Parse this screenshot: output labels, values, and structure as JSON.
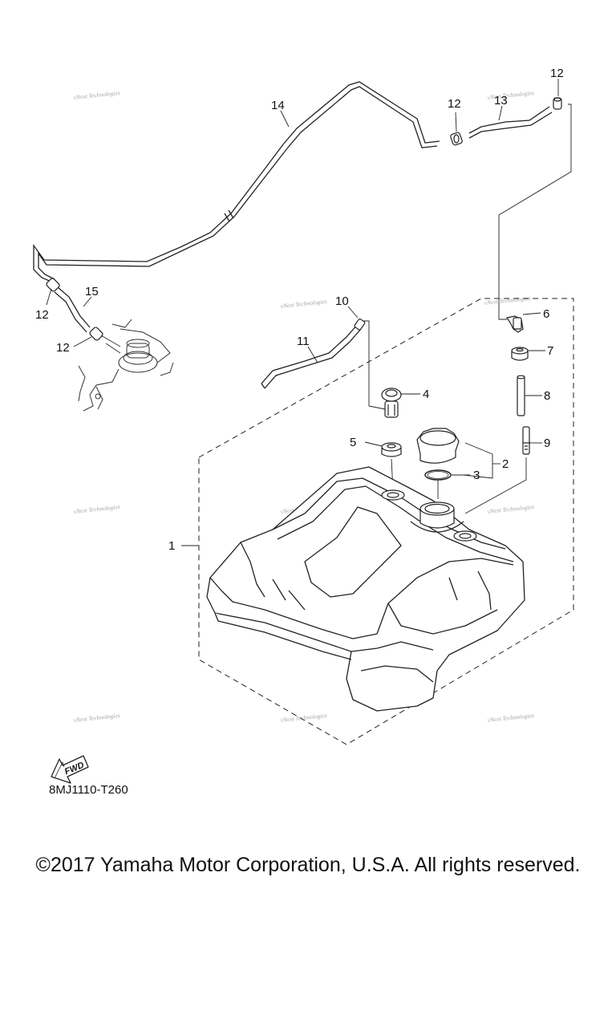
{
  "callouts": [
    "1",
    "2",
    "3",
    "4",
    "5",
    "6",
    "7",
    "8",
    "9",
    "10",
    "11",
    "12",
    "12",
    "12",
    "12",
    "13",
    "14",
    "15"
  ],
  "watermark": "vNext Technologies",
  "fwd_label": "FWD",
  "diagram_code": "8MJ1110-T260",
  "copyright": "©2017 Yamaha Motor Corporation, U.S.A. All rights reserved."
}
